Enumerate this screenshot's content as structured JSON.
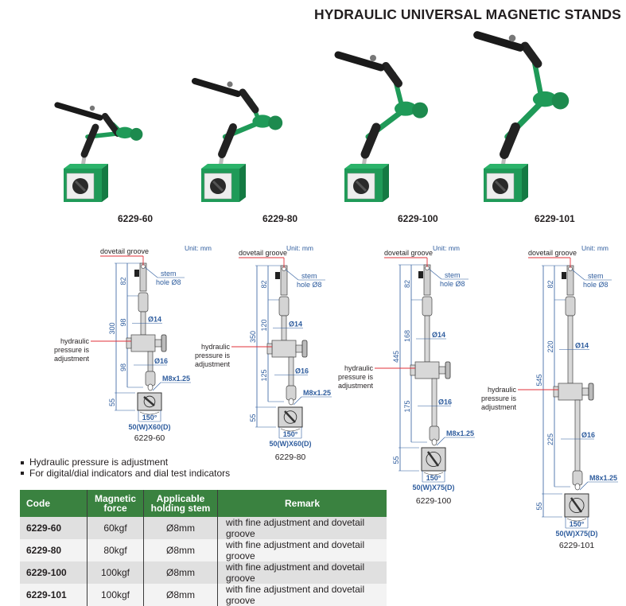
{
  "title": "HYDRAULIC UNIVERSAL MAGNETIC STANDS",
  "photos": [
    {
      "code": "6229-60"
    },
    {
      "code": "6229-80"
    },
    {
      "code": "6229-100"
    },
    {
      "code": "6229-101"
    }
  ],
  "drawings": [
    {
      "code": "6229-60",
      "unit": "Unit: mm",
      "dovetail": "dovetail groove",
      "stem": "stem",
      "stem_hole": "hole Ø8",
      "total_height": "300",
      "top_dim": "82",
      "upper_arm": "98",
      "lower_arm": "98",
      "base_height": "55",
      "upper_dia": "Ø14",
      "lower_dia": "Ø16",
      "thread": "M8x1.25",
      "angle": "150°",
      "base_size": "50(W)X60(D)",
      "hydraulic": [
        "hydraulic",
        "pressure is",
        "adjustment"
      ]
    },
    {
      "code": "6229-80",
      "unit": "Unit: mm",
      "dovetail": "dovetail groove",
      "stem": "stem",
      "stem_hole": "hole Ø8",
      "total_height": "350",
      "top_dim": "82",
      "upper_arm": "120",
      "lower_arm": "125",
      "base_height": "55",
      "upper_dia": "Ø14",
      "lower_dia": "Ø16",
      "thread": "M8x1.25",
      "angle": "150°",
      "base_size": "50(W)X60(D)",
      "hydraulic": [
        "hydraulic",
        "pressure is",
        "adjustment"
      ]
    },
    {
      "code": "6229-100",
      "unit": "Unit: mm",
      "dovetail": "dovetail groove",
      "stem": "stem",
      "stem_hole": "hole Ø8",
      "total_height": "445",
      "top_dim": "82",
      "upper_arm": "168",
      "lower_arm": "175",
      "base_height": "55",
      "upper_dia": "Ø14",
      "lower_dia": "Ø16",
      "thread": "M8x1.25",
      "angle": "150°",
      "base_size": "50(W)X75(D)",
      "hydraulic": [
        "hydraulic",
        "pressure is",
        "adjustment"
      ]
    },
    {
      "code": "6229-101",
      "unit": "Unit: mm",
      "dovetail": "dovetail groove",
      "stem": "stem",
      "stem_hole": "hole Ø8",
      "total_height": "545",
      "top_dim": "82",
      "upper_arm": "220",
      "lower_arm": "225",
      "base_height": "55",
      "upper_dia": "Ø14",
      "lower_dia": "Ø16",
      "thread": "M8x1.25",
      "angle": "150°",
      "base_size": "50(W)X75(D)",
      "hydraulic": [
        "hydraulic",
        "pressure is",
        "adjustment"
      ]
    }
  ],
  "features": [
    "Hydraulic pressure is adjustment",
    "For digital/dial indicators and dial test indicators"
  ],
  "table": {
    "headers": [
      "Code",
      "Magnetic force",
      "Applicable holding stem",
      "Remark"
    ],
    "header_lines": [
      [
        "Code"
      ],
      [
        "Magnetic",
        "force"
      ],
      [
        "Applicable",
        "holding stem"
      ],
      [
        "Remark"
      ]
    ],
    "rows": [
      [
        "6229-60",
        "60kgf",
        "Ø8mm",
        "with fine adjustment and dovetail groove"
      ],
      [
        "6229-80",
        "80kgf",
        "Ø8mm",
        "with fine adjustment and dovetail groove"
      ],
      [
        "6229-100",
        "100kgf",
        "Ø8mm",
        "with fine adjustment and dovetail groove"
      ],
      [
        "6229-101",
        "100kgf",
        "Ø8mm",
        "with fine adjustment and dovetail groove"
      ]
    ]
  },
  "colors": {
    "header_green": "#3a8240",
    "stand_green": "#1f9a58",
    "dimension_blue": "#2f5d9e",
    "leader_red": "#e2303a"
  }
}
